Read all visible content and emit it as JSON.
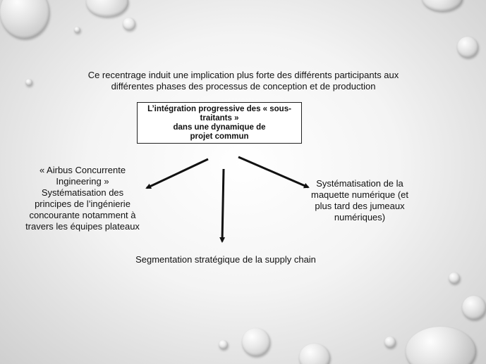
{
  "slide": {
    "intro_text": "Ce recentrage induit une implication plus forte des différents participants aux différentes phases des processus de conception et de production",
    "center_box": {
      "line1": "L’intégration progressive des « sous-",
      "line2": "traitants »",
      "line3": "dans une dynamique de",
      "line4": "projet  commun"
    },
    "left_text": "« Airbus Concurrente Ingineering » Systématisation des principes de l’ingénierie concourante notamment à travers les équipes plateaux",
    "right_text": "Systématisation de la maquette numérique (et plus tard des jumeaux numériques)",
    "bottom_text": "Segmentation stratégique de la supply chain"
  }
}
